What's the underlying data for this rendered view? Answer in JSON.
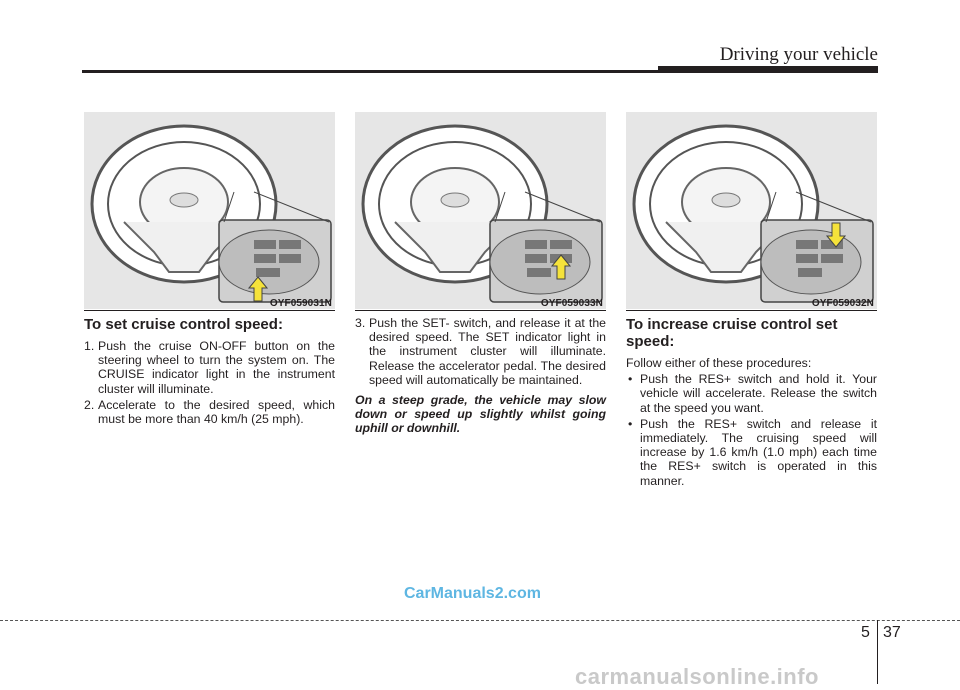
{
  "header": {
    "section_title": "Driving your vehicle"
  },
  "figures": [
    {
      "label": "OYF059031N",
      "arrow": "up"
    },
    {
      "label": "OYF059033N",
      "arrow": "up"
    },
    {
      "label": "OYF059032N",
      "arrow": "down"
    }
  ],
  "column1": {
    "heading": "To set cruise control speed:",
    "steps": [
      {
        "num": "1.",
        "text": "Push the cruise ON-OFF button on the steering wheel to turn the system on. The CRUISE indicator light in the instrument cluster will illuminate."
      },
      {
        "num": "2.",
        "text": "Accelerate to the desired speed, which must be more than 40 km/h (25 mph)."
      }
    ]
  },
  "column2": {
    "steps": [
      {
        "num": "3.",
        "text": "Push the SET- switch, and release it at the desired speed. The SET indicator light in the instrument cluster will illuminate. Release the accelerator pedal. The desired speed will automatically be maintained."
      }
    ],
    "note": "On a steep grade, the vehicle may slow down or speed up slightly whilst going uphill or downhill."
  },
  "column3": {
    "heading": "To increase cruise control set speed:",
    "intro": "Follow either of these procedures:",
    "bullets": [
      "Push the RES+ switch and hold it. Your vehicle will accelerate. Release the switch at the speed you want.",
      "Push the RES+ switch and release it immediately. The cruising speed will increase by 1.6 km/h (1.0 mph) each time the RES+ switch is operated in this manner."
    ]
  },
  "footer": {
    "chapter": "5",
    "page": "37",
    "watermark": "CarManuals2.com",
    "bottom_watermark": "carmanualsonline.info"
  },
  "colors": {
    "text": "#231f20",
    "watermark": "#5eb6e2",
    "arrow_fill": "#f5e23a",
    "figure_bg": "#e6e6e6"
  }
}
